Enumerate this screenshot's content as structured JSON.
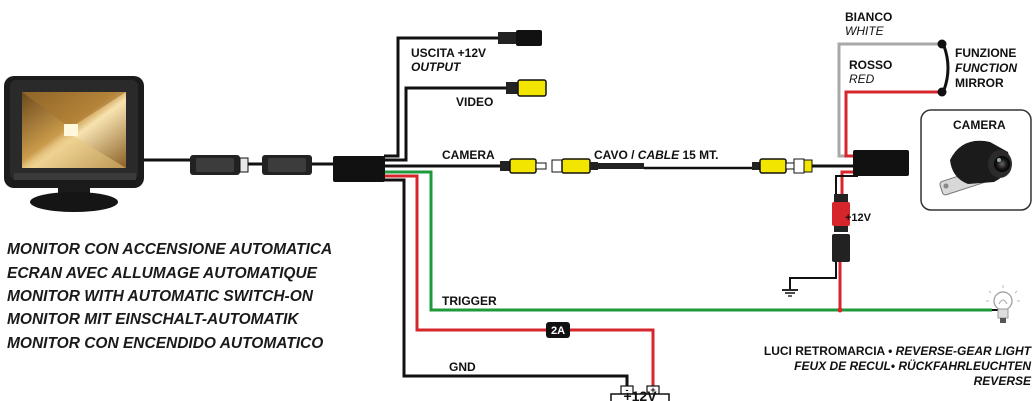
{
  "colors": {
    "wire_black": "#111111",
    "wire_red": "#d6262b",
    "wire_green": "#1c9a3c",
    "wire_white": "#a8a8a8",
    "rca_yellow": "#f2e600"
  },
  "labels": {
    "output_it": "USCITA +12V",
    "output_en": "OUTPUT",
    "video": "VIDEO",
    "camera_wire": "CAMERA",
    "cable_a": "CAVO / ",
    "cable_b": "CABLE",
    "cable_c": " 15 MT.",
    "white_it": "BIANCO",
    "white_en": "WHITE",
    "red_it": "ROSSO",
    "red_en": "RED",
    "func_it": "FUNZIONE",
    "func_en": "FUNCTION",
    "mirror": "MIRROR",
    "camera_box": "CAMERA",
    "plus12_small": "+12V",
    "trigger": "TRIGGER",
    "gnd": "GND",
    "fuse": "2A",
    "battery": "+12V",
    "batt_minus": "-",
    "batt_plus": "+"
  },
  "monitor_text": [
    "MONITOR CON ACCENSIONE AUTOMATICA",
    "ECRAN AVEC ALLUMAGE AUTOMATIQUE",
    "MONITOR WITH AUTOMATIC SWITCH-ON",
    "MONITOR MIT EINSCHALT-AUTOMATIK",
    "MONITOR CON  ENCENDIDO  AUTOMATICO"
  ],
  "lights": {
    "line1_a": "LUCI RETROMARCIA • ",
    "line1_b": "REVERSE-GEAR LIGHT",
    "line2": "FEUX DE RECUL• RÜCKFAHRLEUCHTEN",
    "line3": "REVERSE"
  },
  "icons": {
    "monitor": "monitor-icon",
    "camera": "rear-camera-icon",
    "bulb": "light-bulb-icon",
    "ground": "ground-symbol-icon",
    "battery": "battery-icon",
    "fuse": "fuse-icon"
  }
}
